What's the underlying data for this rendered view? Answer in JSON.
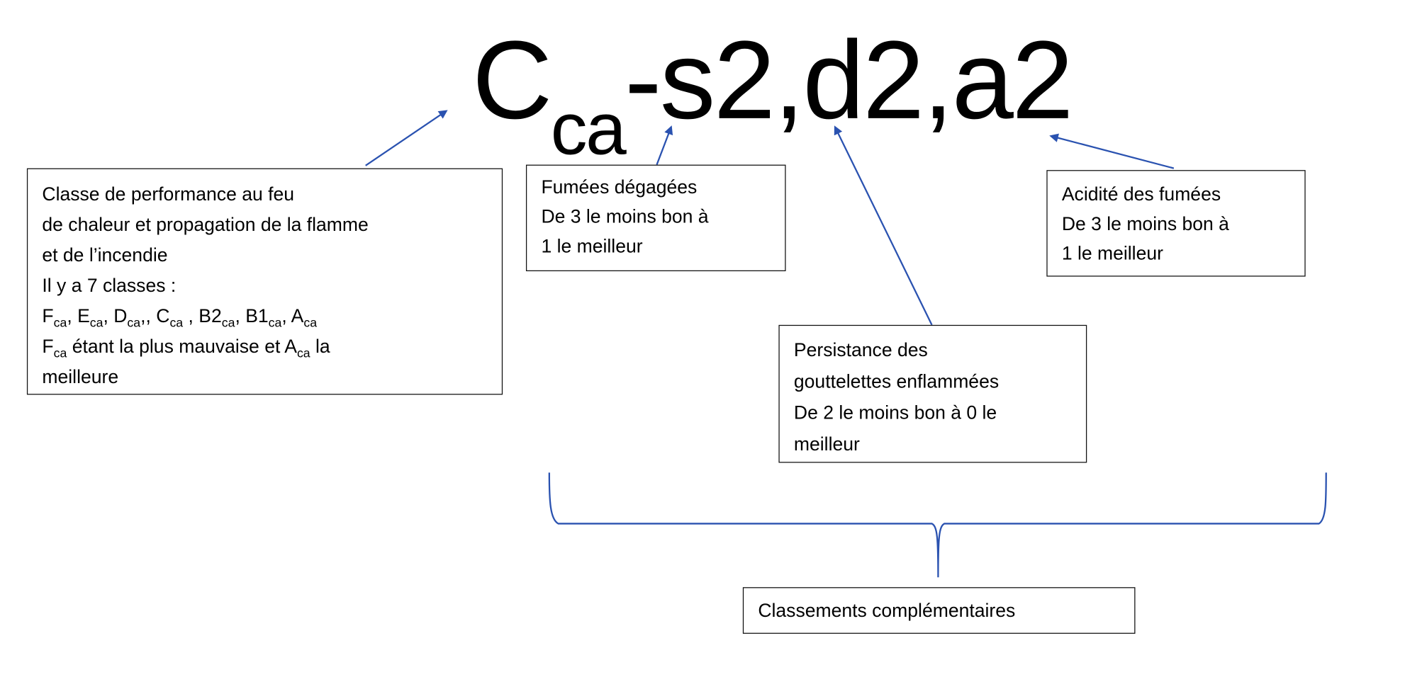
{
  "title": {
    "main": "C",
    "sub": "ca",
    "rest": "-s2,d2,a2"
  },
  "box_class": {
    "lines": [
      "Classe de performance au feu",
      "de chaleur et propagation de la flamme",
      "et de l’incendie",
      "Il y a 7 classes :"
    ],
    "classes": [
      {
        "t": "F",
        "s": "ca",
        "after": ", "
      },
      {
        "t": "E",
        "s": "ca",
        "after": ", "
      },
      {
        "t": "D",
        "s": "ca",
        "after": ",, "
      },
      {
        "t": "C",
        "s": "ca",
        "after": " , "
      },
      {
        "t": "B2",
        "s": "ca",
        "after": ", "
      },
      {
        "t": "B1",
        "s": "ca",
        "after": ", "
      },
      {
        "t": "A",
        "s": "ca",
        "after": ""
      }
    ],
    "line6": {
      "a": "F",
      "a_sub": "ca",
      "mid": " étant la plus mauvaise et A",
      "b_sub": "ca",
      "end": " la"
    },
    "line7": "meilleure"
  },
  "box_smoke": {
    "lines": [
      "Fumées dégagées",
      "De 3 le moins bon à",
      "1 le meilleur"
    ]
  },
  "box_acid": {
    "lines": [
      "Acidité des fumées",
      "De 3 le moins bon à",
      "1 le meilleur"
    ]
  },
  "box_droplets": {
    "lines": [
      "Persistance des",
      "gouttelettes enflammées",
      "De 2 le moins bon à 0 le",
      "meilleur"
    ]
  },
  "box_complementary": {
    "label": "Classements complémentaires"
  },
  "colors": {
    "arrow": "#2a52b0"
  }
}
